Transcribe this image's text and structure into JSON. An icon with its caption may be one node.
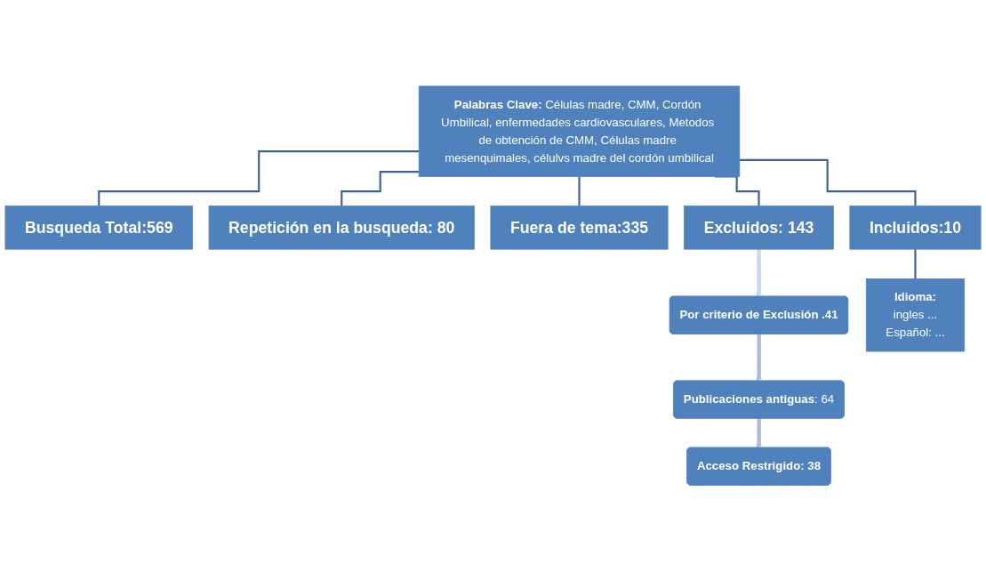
{
  "diagram": {
    "nodes": [
      {
        "text": [
          "**Palabras Clave:** Células madre, CMM, Cordón Umbilical, enfermedades cardiovasculares, Metodos de obtención de CMM, Células madre mesenquimales, célulvs madre del cordón umbilical"
        ]
      },
      {
        "text": [
          "Busqueda Total:569"
        ]
      },
      {
        "text": [
          "Repetición en la busqueda: 80"
        ]
      },
      {
        "text": [
          "Fuera de tema:335"
        ]
      },
      {
        "text": [
          "Excluidos: 143"
        ]
      },
      {
        "text": [
          "Incluidos:10"
        ]
      },
      {
        "text": [
          "Por criterio de Exclusión .41"
        ]
      },
      {
        "text": [
          "**Publicaciones antiguas**: 64"
        ]
      },
      {
        "text": [
          "Acceso Restrigido: 38"
        ]
      },
      {
        "text": [
          "**Idioma:**",
          "ingles ...",
          "Español: ..."
        ]
      }
    ],
    "edges": [
      {
        "from": 0,
        "to": 1,
        "arrow": "none"
      },
      {
        "from": 0,
        "to": 2,
        "arrow": "none"
      },
      {
        "from": 0,
        "to": 3,
        "arrow": "none"
      },
      {
        "from": 0,
        "to": 4,
        "arrow": "none"
      },
      {
        "from": 0,
        "to": 5,
        "arrow": "none"
      },
      {
        "from": 4,
        "to": 6,
        "arrow": "to",
        "style": "thick",
        "color": "#c5d9f1"
      },
      {
        "from": 6,
        "to": 7,
        "arrow": "to",
        "style": "thick",
        "color": "#a9bcd9"
      },
      {
        "from": 7,
        "to": 8,
        "arrow": "to",
        "style": "thick",
        "color": "#a9bcd9"
      },
      {
        "from": 5,
        "to": 9,
        "arrow": "none"
      }
    ]
  }
}
